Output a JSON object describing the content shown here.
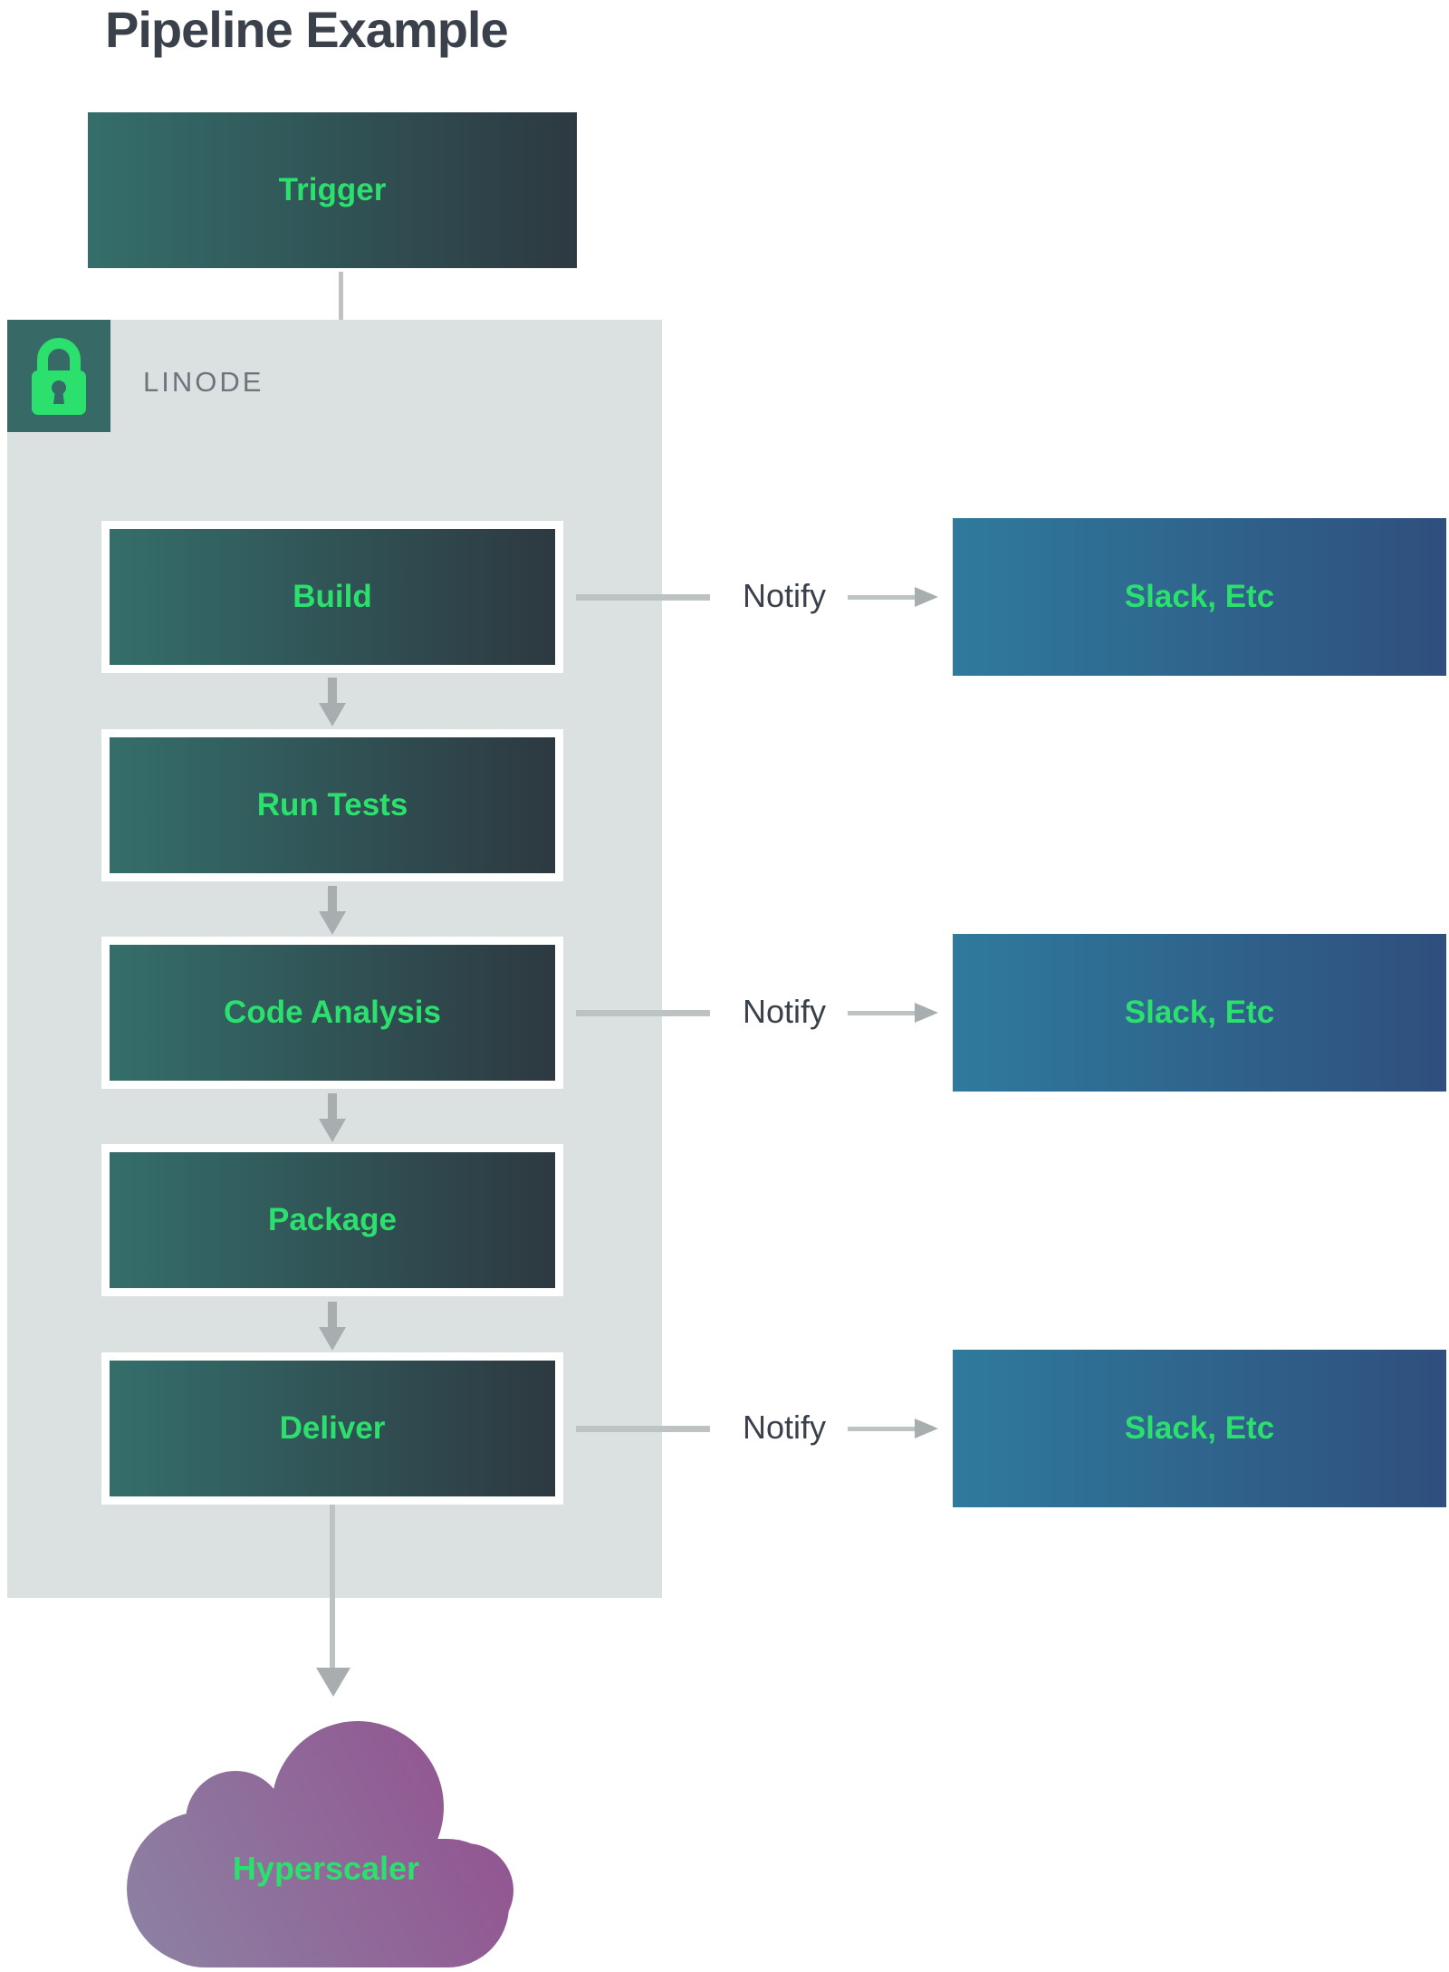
{
  "title": "Pipeline Example",
  "provider": {
    "label": "LINODE"
  },
  "pipeline": {
    "trigger_label": "Trigger",
    "stages": [
      {
        "label": "Build"
      },
      {
        "label": "Run Tests"
      },
      {
        "label": "Code Analysis"
      },
      {
        "label": "Package"
      },
      {
        "label": "Deliver"
      }
    ],
    "notify_label": "Notify",
    "notify_target_label": "Slack, Etc",
    "destination_label": "Hyperscaler"
  },
  "colors": {
    "title-text": "#3a414a",
    "accent-green": "#2be06c",
    "stage-gradient-start": "#346e6b",
    "stage-gradient-end": "#2d3941",
    "container-bg": "#dae1e0",
    "lock-bg": "#376966",
    "provider-text": "#6c757b",
    "notify-text": "#3a414a",
    "slack-gradient-start": "#2f7a9d",
    "slack-gradient-end": "#2f4f7d",
    "cloud-gradient-start": "#8c82a3",
    "cloud-gradient-end": "#93508f",
    "line-gray": "#bdc2c3",
    "arrowhead-gray": "#a8aeaf"
  }
}
